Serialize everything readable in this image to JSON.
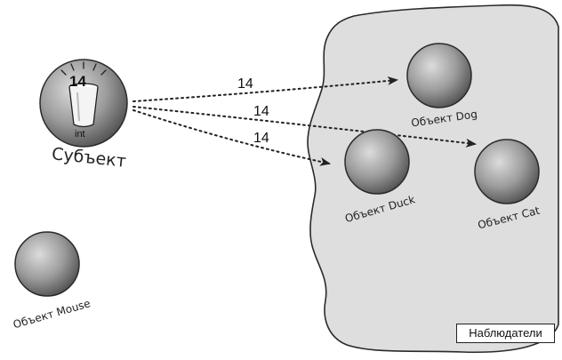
{
  "subject": {
    "label": "Субъект",
    "value": "14",
    "type_label": "int"
  },
  "observers_group_label": "Наблюдатели",
  "objects": [
    {
      "id": "dog",
      "label": "Объект Dog"
    },
    {
      "id": "duck",
      "label": "Объект Duck"
    },
    {
      "id": "cat",
      "label": "Объект Cat"
    },
    {
      "id": "mouse",
      "label": "Объект Mouse"
    }
  ],
  "arrows": [
    {
      "to": "dog",
      "value": "14"
    },
    {
      "to": "cat",
      "value": "14"
    },
    {
      "to": "duck",
      "value": "14"
    }
  ],
  "colors": {
    "sphere": "#9a9a9a",
    "sphere_highlight": "#d8d8d8",
    "sphere_dark": "#4a4a4a",
    "blob_fill": "#dedede",
    "line": "#222222"
  }
}
